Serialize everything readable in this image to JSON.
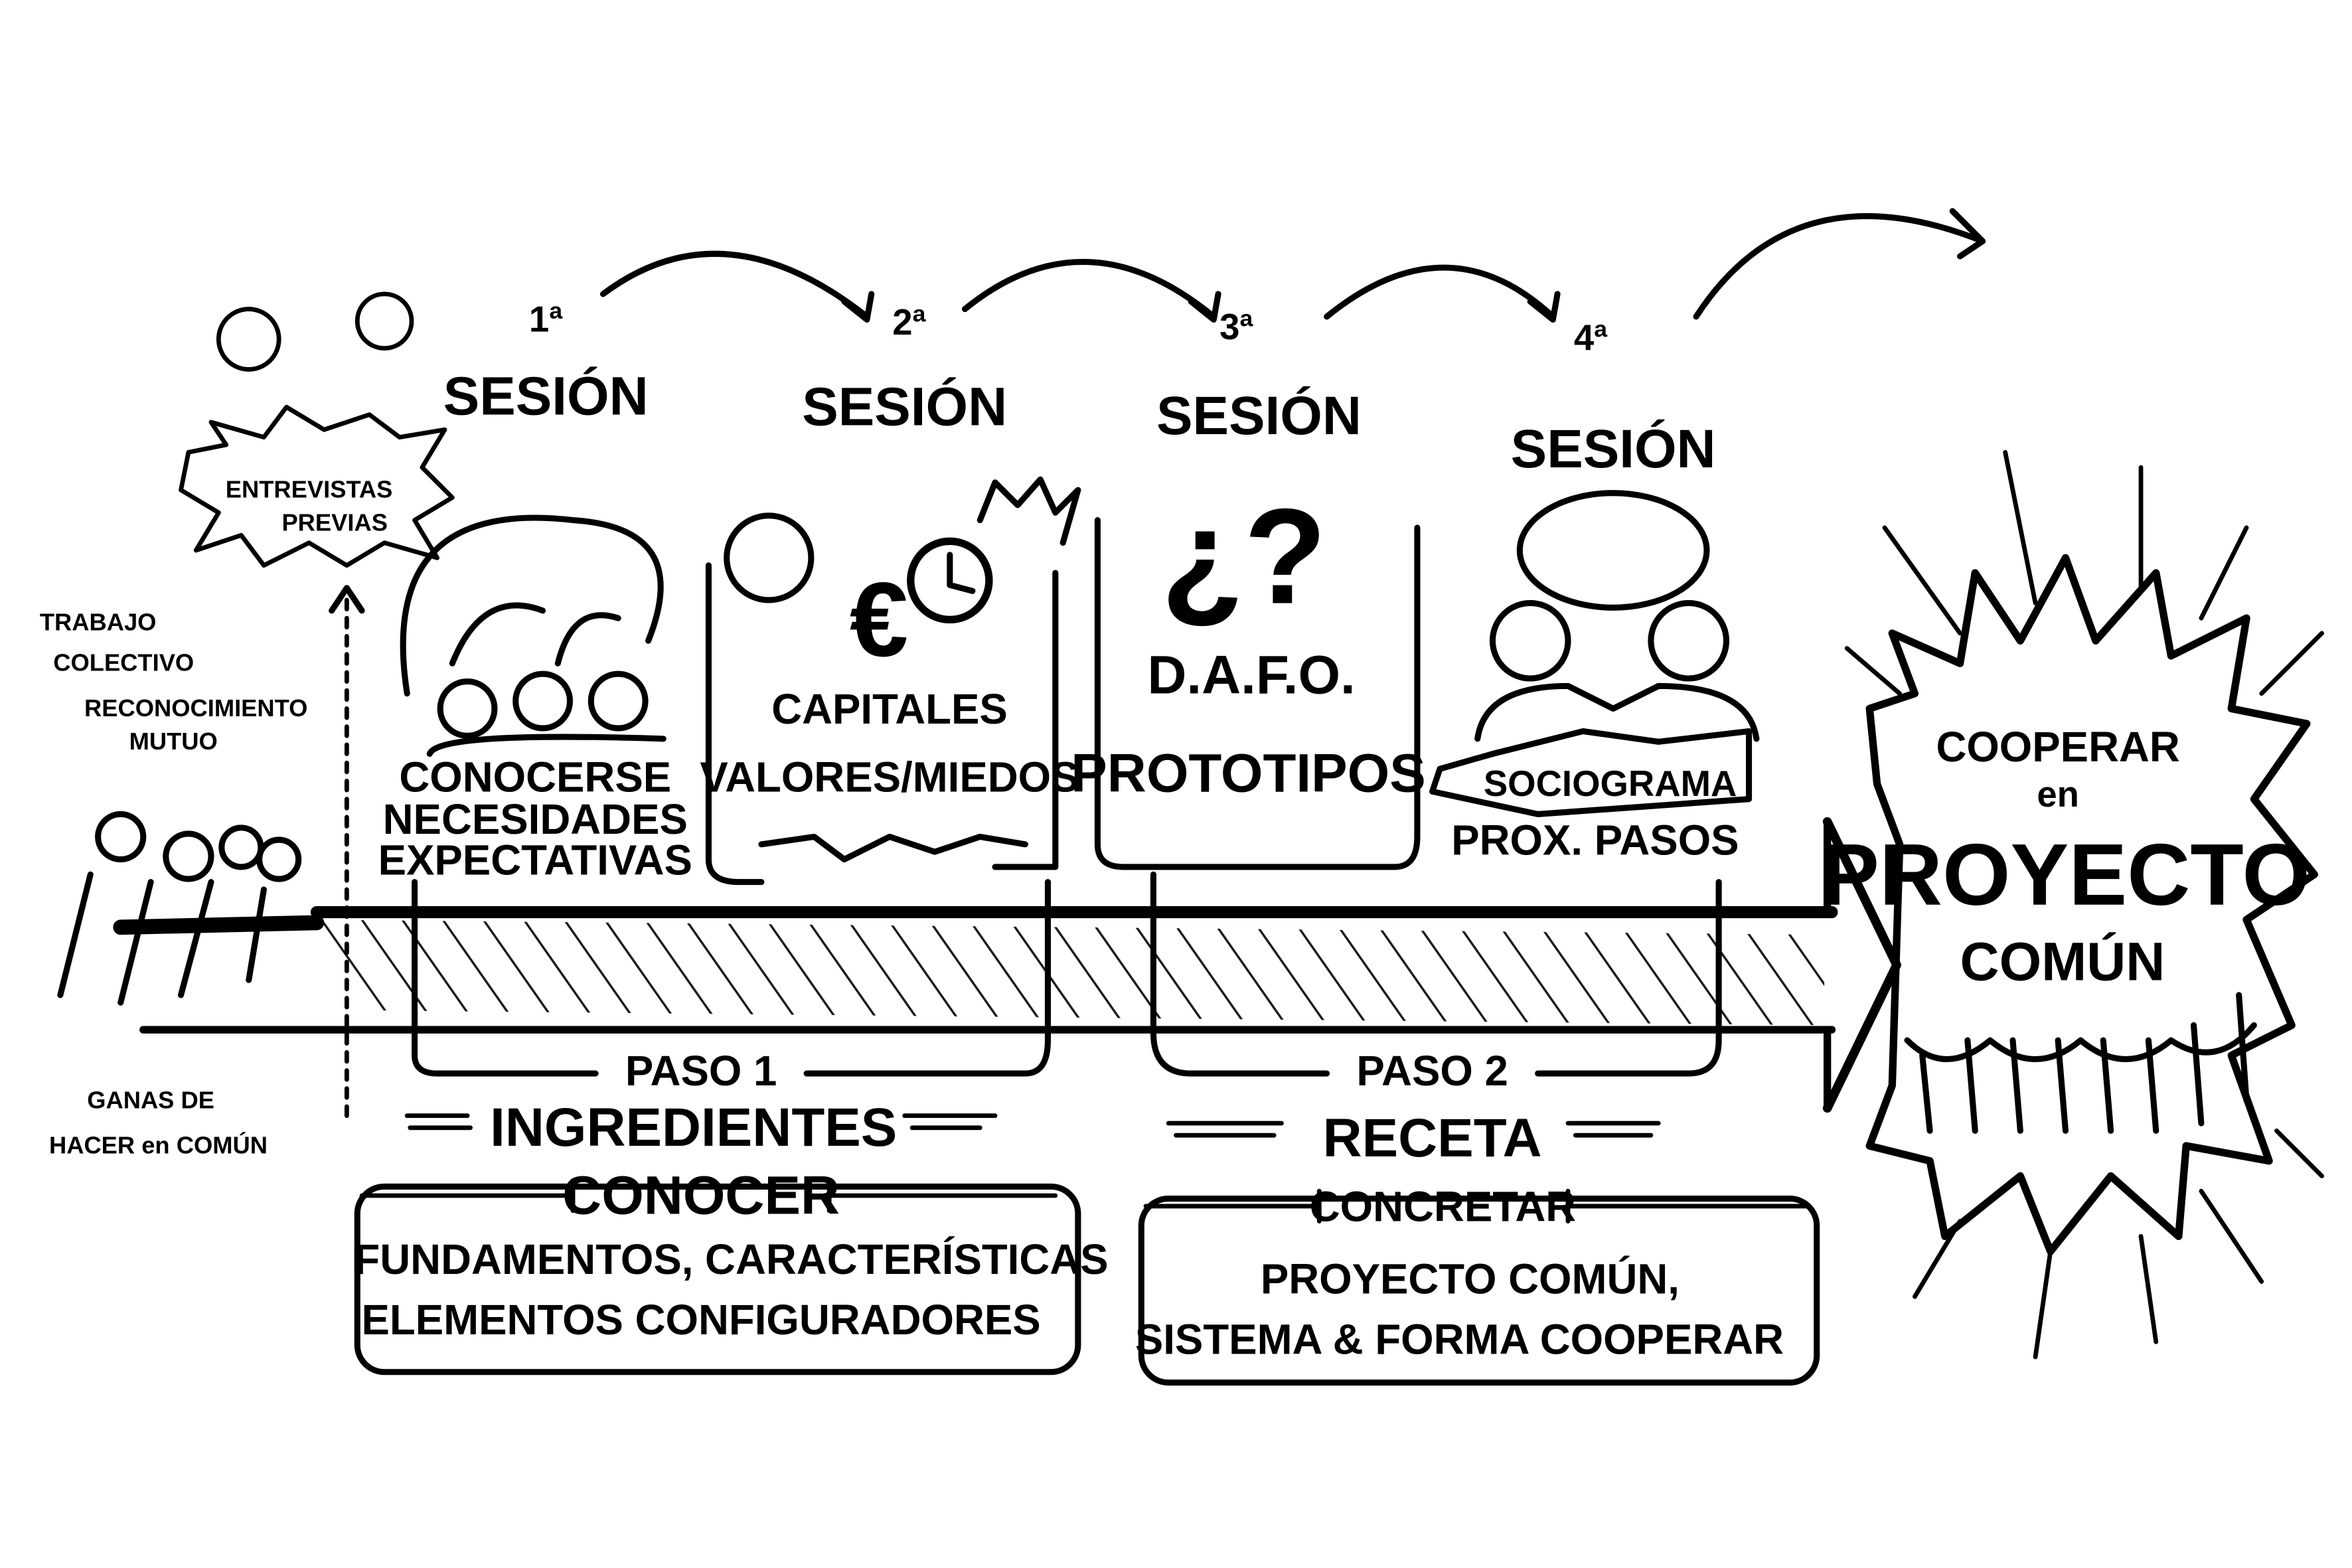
{
  "sessions": [
    {
      "number": "1ª",
      "label": "SESIÓN"
    },
    {
      "number": "2ª",
      "label": "SESIÓN"
    },
    {
      "number": "3ª",
      "label": "SESIÓN"
    },
    {
      "number": "4ª",
      "label": "SESIÓN"
    }
  ],
  "pre": {
    "interviews": [
      "ENTREVISTAS",
      "PREVIAS"
    ],
    "left_notes": [
      "TRABAJO",
      "COLECTIVO",
      "RECONOCIMIENTO",
      "MUTUO"
    ],
    "start": [
      "GANAS DE",
      "HACER en COMÚN"
    ]
  },
  "boxes": {
    "s1": [
      "CONOCERSE",
      "NECESIDADES",
      "EXPECTATIVAS"
    ],
    "s2": [
      "CAPITALES",
      "VALORES/MIEDOS"
    ],
    "s3": [
      "D.A.F.O.",
      "PROTOTIPOS"
    ],
    "s4": [
      "SOCIOGRAMA",
      "PROX. PASOS"
    ]
  },
  "steps": [
    {
      "title": "PASO 1",
      "name": "INGREDIENTES",
      "verb": "CONOCER",
      "details": [
        "FUNDAMENTOS, CARACTERÍSTICAS",
        "ELEMENTOS CONFIGURADORES"
      ]
    },
    {
      "title": "PASO 2",
      "name": "RECETA",
      "verb": "CONCRETAR",
      "details": [
        "PROYECTO COMÚN,",
        "SISTEMA & FORMA COOPERAR"
      ]
    }
  ],
  "goal": [
    "COOPERAR",
    "en",
    "PROYECTO",
    "COMÚN"
  ]
}
